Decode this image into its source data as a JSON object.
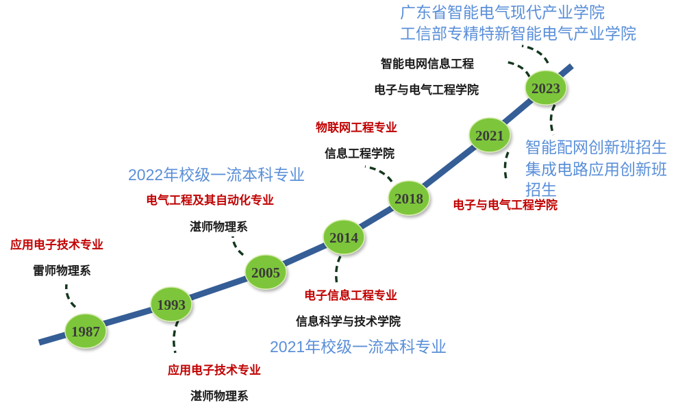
{
  "colors": {
    "line": "#355e96",
    "node": "#7dc63a",
    "connector": "#14371e",
    "red": "#c00000",
    "blue": "#5a8fd8"
  },
  "milestones": [
    {
      "year": "1987",
      "dept": "雷师物理系",
      "major": "应用电子技术专业"
    },
    {
      "year": "1993",
      "major": "应用电子技术专业",
      "dept": "湛师物理系"
    },
    {
      "year": "2005",
      "dept": "湛师物理系",
      "major": "电气工程及其自动化专业",
      "honor": "2022年校级一流本科专业"
    },
    {
      "year": "2014",
      "major": "电子信息工程专业",
      "dept": "信息科学与技术学院",
      "honor": "2021年校级一流本科专业"
    },
    {
      "year": "2018",
      "dept": "信息工程学院",
      "major": "物联网工程专业"
    },
    {
      "year": "2021",
      "honor_lines": [
        "智能配网创新班招生",
        "集成电路应用创新班",
        "招生"
      ],
      "dept": "电子与电气工程学院"
    },
    {
      "year": "2023",
      "major": "智能电网信息工程",
      "dept": "电子与电气工程学院",
      "honor_lines": [
        "广东省智能电气现代产业学院",
        "工信部专精特新智能电气产业学院"
      ]
    }
  ]
}
